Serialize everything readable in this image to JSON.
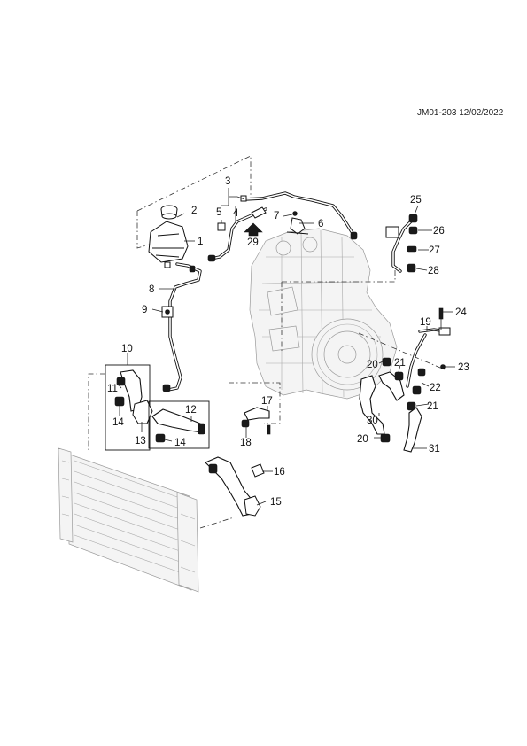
{
  "diagram": {
    "reference": "JM01-203 12/02/2022",
    "callouts": [
      {
        "id": "1",
        "text": "1"
      },
      {
        "id": "2",
        "text": "2"
      },
      {
        "id": "3",
        "text": "3"
      },
      {
        "id": "4",
        "text": "4"
      },
      {
        "id": "5",
        "text": "5"
      },
      {
        "id": "6",
        "text": "6"
      },
      {
        "id": "7",
        "text": "7"
      },
      {
        "id": "8",
        "text": "8"
      },
      {
        "id": "9",
        "text": "9"
      },
      {
        "id": "10",
        "text": "10"
      },
      {
        "id": "11",
        "text": "11"
      },
      {
        "id": "12",
        "text": "12"
      },
      {
        "id": "13",
        "text": "13"
      },
      {
        "id": "14a",
        "text": "14"
      },
      {
        "id": "14b",
        "text": "14"
      },
      {
        "id": "15",
        "text": "15"
      },
      {
        "id": "16",
        "text": "16"
      },
      {
        "id": "17",
        "text": "17"
      },
      {
        "id": "18",
        "text": "18"
      },
      {
        "id": "19",
        "text": "19"
      },
      {
        "id": "20a",
        "text": "20"
      },
      {
        "id": "20b",
        "text": "20"
      },
      {
        "id": "21a",
        "text": "21"
      },
      {
        "id": "21b",
        "text": "21"
      },
      {
        "id": "22",
        "text": "22"
      },
      {
        "id": "23",
        "text": "23"
      },
      {
        "id": "24",
        "text": "24"
      },
      {
        "id": "25",
        "text": "25"
      },
      {
        "id": "26",
        "text": "26"
      },
      {
        "id": "27",
        "text": "27"
      },
      {
        "id": "28",
        "text": "28"
      },
      {
        "id": "29",
        "text": "29"
      },
      {
        "id": "30",
        "text": "30"
      },
      {
        "id": "31",
        "text": "31"
      }
    ]
  }
}
